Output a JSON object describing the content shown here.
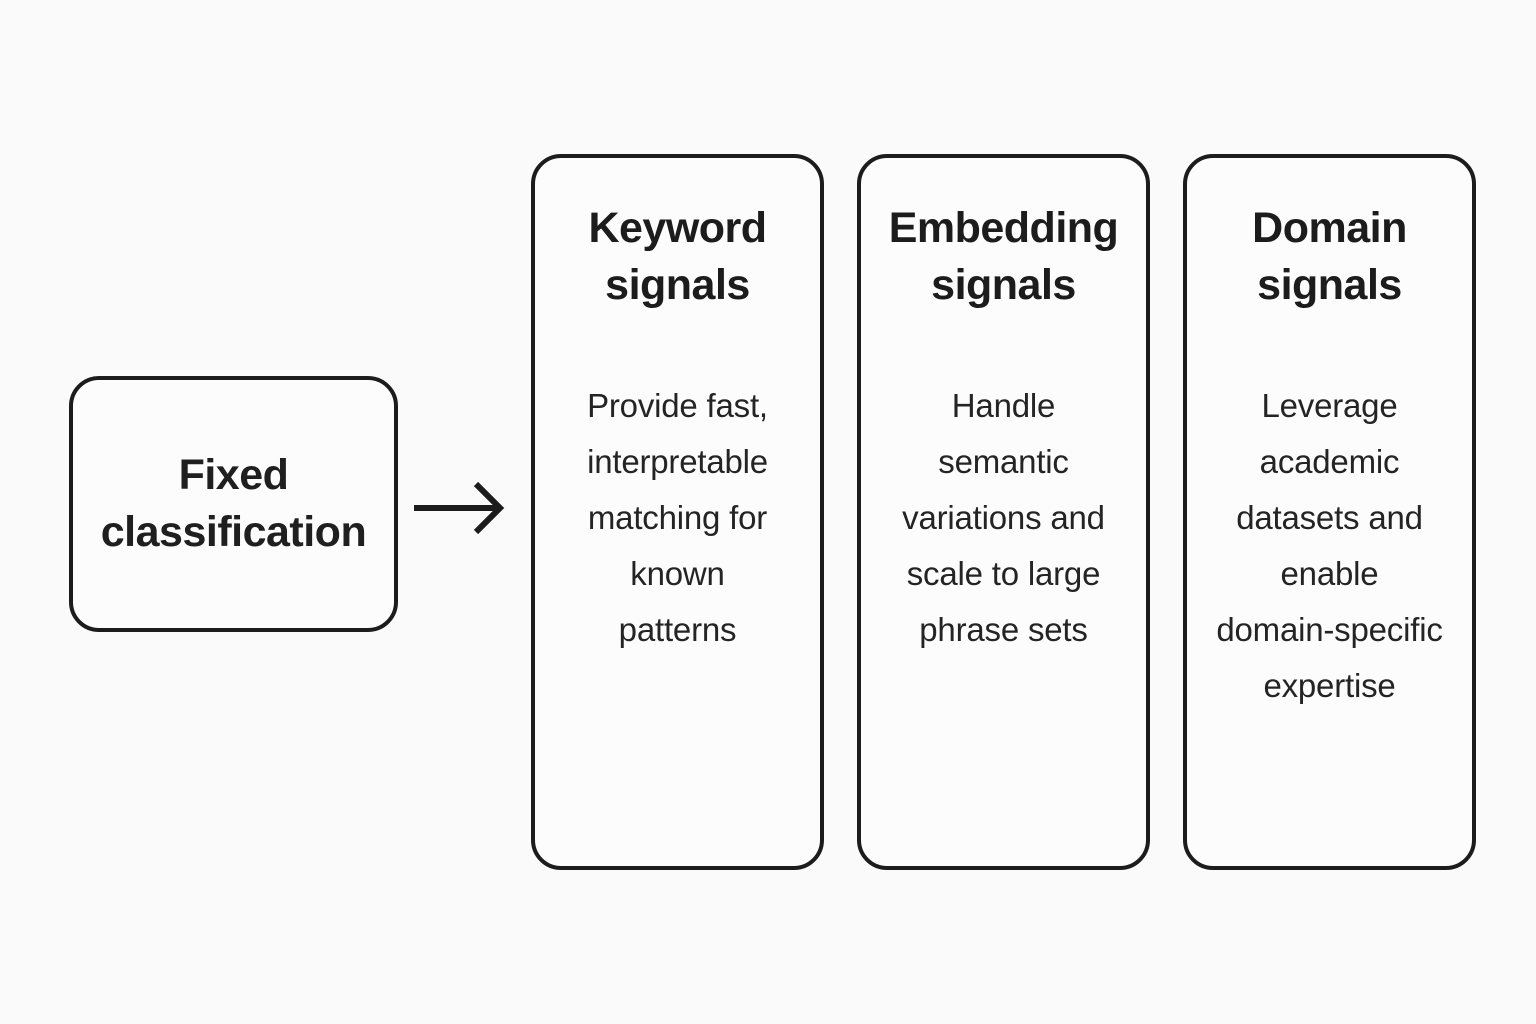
{
  "diagram": {
    "input_node": {
      "label": "Fixed\nclassification"
    },
    "arrow_icon": "arrow-right",
    "cards": [
      {
        "title": "Keyword\nsignals",
        "body": "Provide fast,\ninterpretable\nmatching for\nknown\npatterns"
      },
      {
        "title": "Embedding\nsignals",
        "body": "Handle\nsemantic\nvariations and\nscale to large\nphrase sets"
      },
      {
        "title": "Domain\nsignals",
        "body": "Leverage\nacademic\ndatasets and\nenable\ndomain-specific\nexpertise"
      }
    ],
    "colors": {
      "background": "#fafafa",
      "card_fill": "#fcfcfc",
      "stroke": "#1c1c1c",
      "text": "#1f1f1f"
    }
  }
}
